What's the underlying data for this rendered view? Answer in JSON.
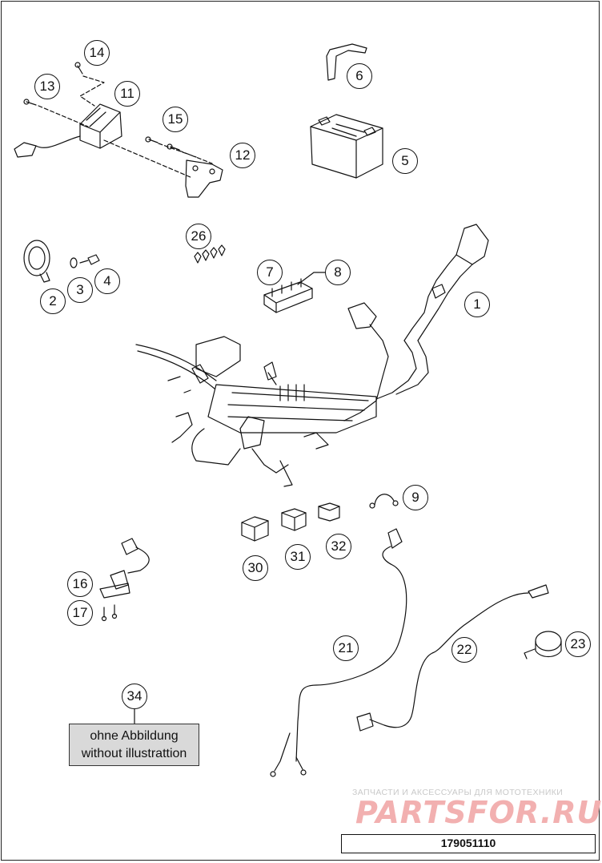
{
  "callouts": {
    "c1": "1",
    "c2": "2",
    "c3": "3",
    "c4": "4",
    "c5": "5",
    "c6": "6",
    "c7": "7",
    "c8": "8",
    "c9": "9",
    "c11": "11",
    "c12": "12",
    "c13": "13",
    "c14": "14",
    "c15": "15",
    "c16": "16",
    "c17": "17",
    "c21": "21",
    "c22": "22",
    "c23": "23",
    "c26": "26",
    "c30": "30",
    "c31": "31",
    "c32": "32",
    "c34": "34"
  },
  "note": {
    "line1": "ohne Abbildung",
    "line2": "without illustrattion"
  },
  "watermark": {
    "tagline": "ЗАПЧАСТИ И АКСЕССУАРЫ ДЛЯ МОТОТЕХНИКИ",
    "brand": "PARTSFOR.RU"
  },
  "drawing_number": "179051110",
  "colors": {
    "line": "#111111",
    "note_fill": "#d9d9d9",
    "watermark_red": "#f2b0b0"
  }
}
